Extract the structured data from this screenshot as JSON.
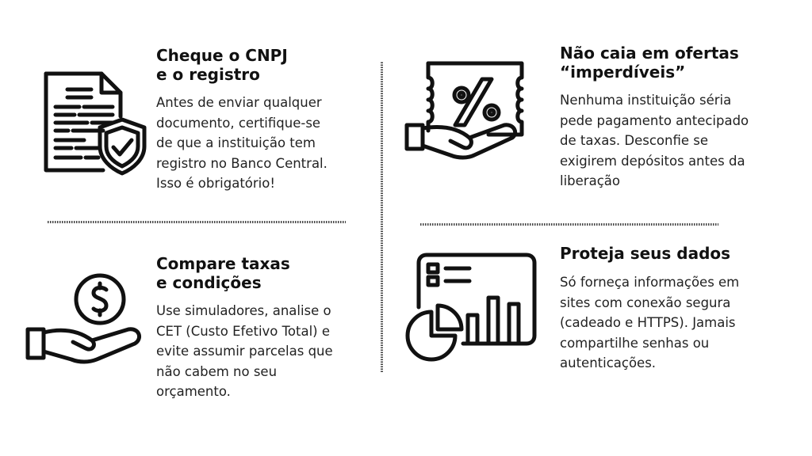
{
  "cards": [
    {
      "title_1": "Cheque o CNPJ",
      "title_2": "e o registro",
      "body": [
        "Antes de enviar qualquer",
        "documento, certifique-se",
        "de que a instituição tem",
        "registro no Banco Central.",
        "Isso é obrigatório!"
      ],
      "icon": "document-shield-check-icon"
    },
    {
      "title_1": "Não caia em ofertas",
      "title_2": "“imperdíveis”",
      "body": [
        "Nenhuma instituição séria",
        "pede pagamento antecipado",
        "de taxas. Desconfie se",
        "exigirem depósitos antes da",
        "liberação"
      ],
      "icon": "hand-percent-ticket-icon"
    },
    {
      "title_1": "Compare taxas",
      "title_2": "e condições",
      "body": [
        "Use simuladores, analise o",
        "CET (Custo Efetivo Total) e",
        "evite assumir parcelas que",
        "não cabem no seu",
        "orçamento."
      ],
      "icon": "hand-dollar-coin-icon"
    },
    {
      "title_1": "Proteja seus dados",
      "title_2": "",
      "body": [
        "Só forneça informações em",
        "sites com conexão segura",
        "(cadeado e HTTPS). Jamais",
        "compartilhe senhas ou",
        "autenticações."
      ],
      "icon": "dashboard-chart-icon"
    }
  ]
}
